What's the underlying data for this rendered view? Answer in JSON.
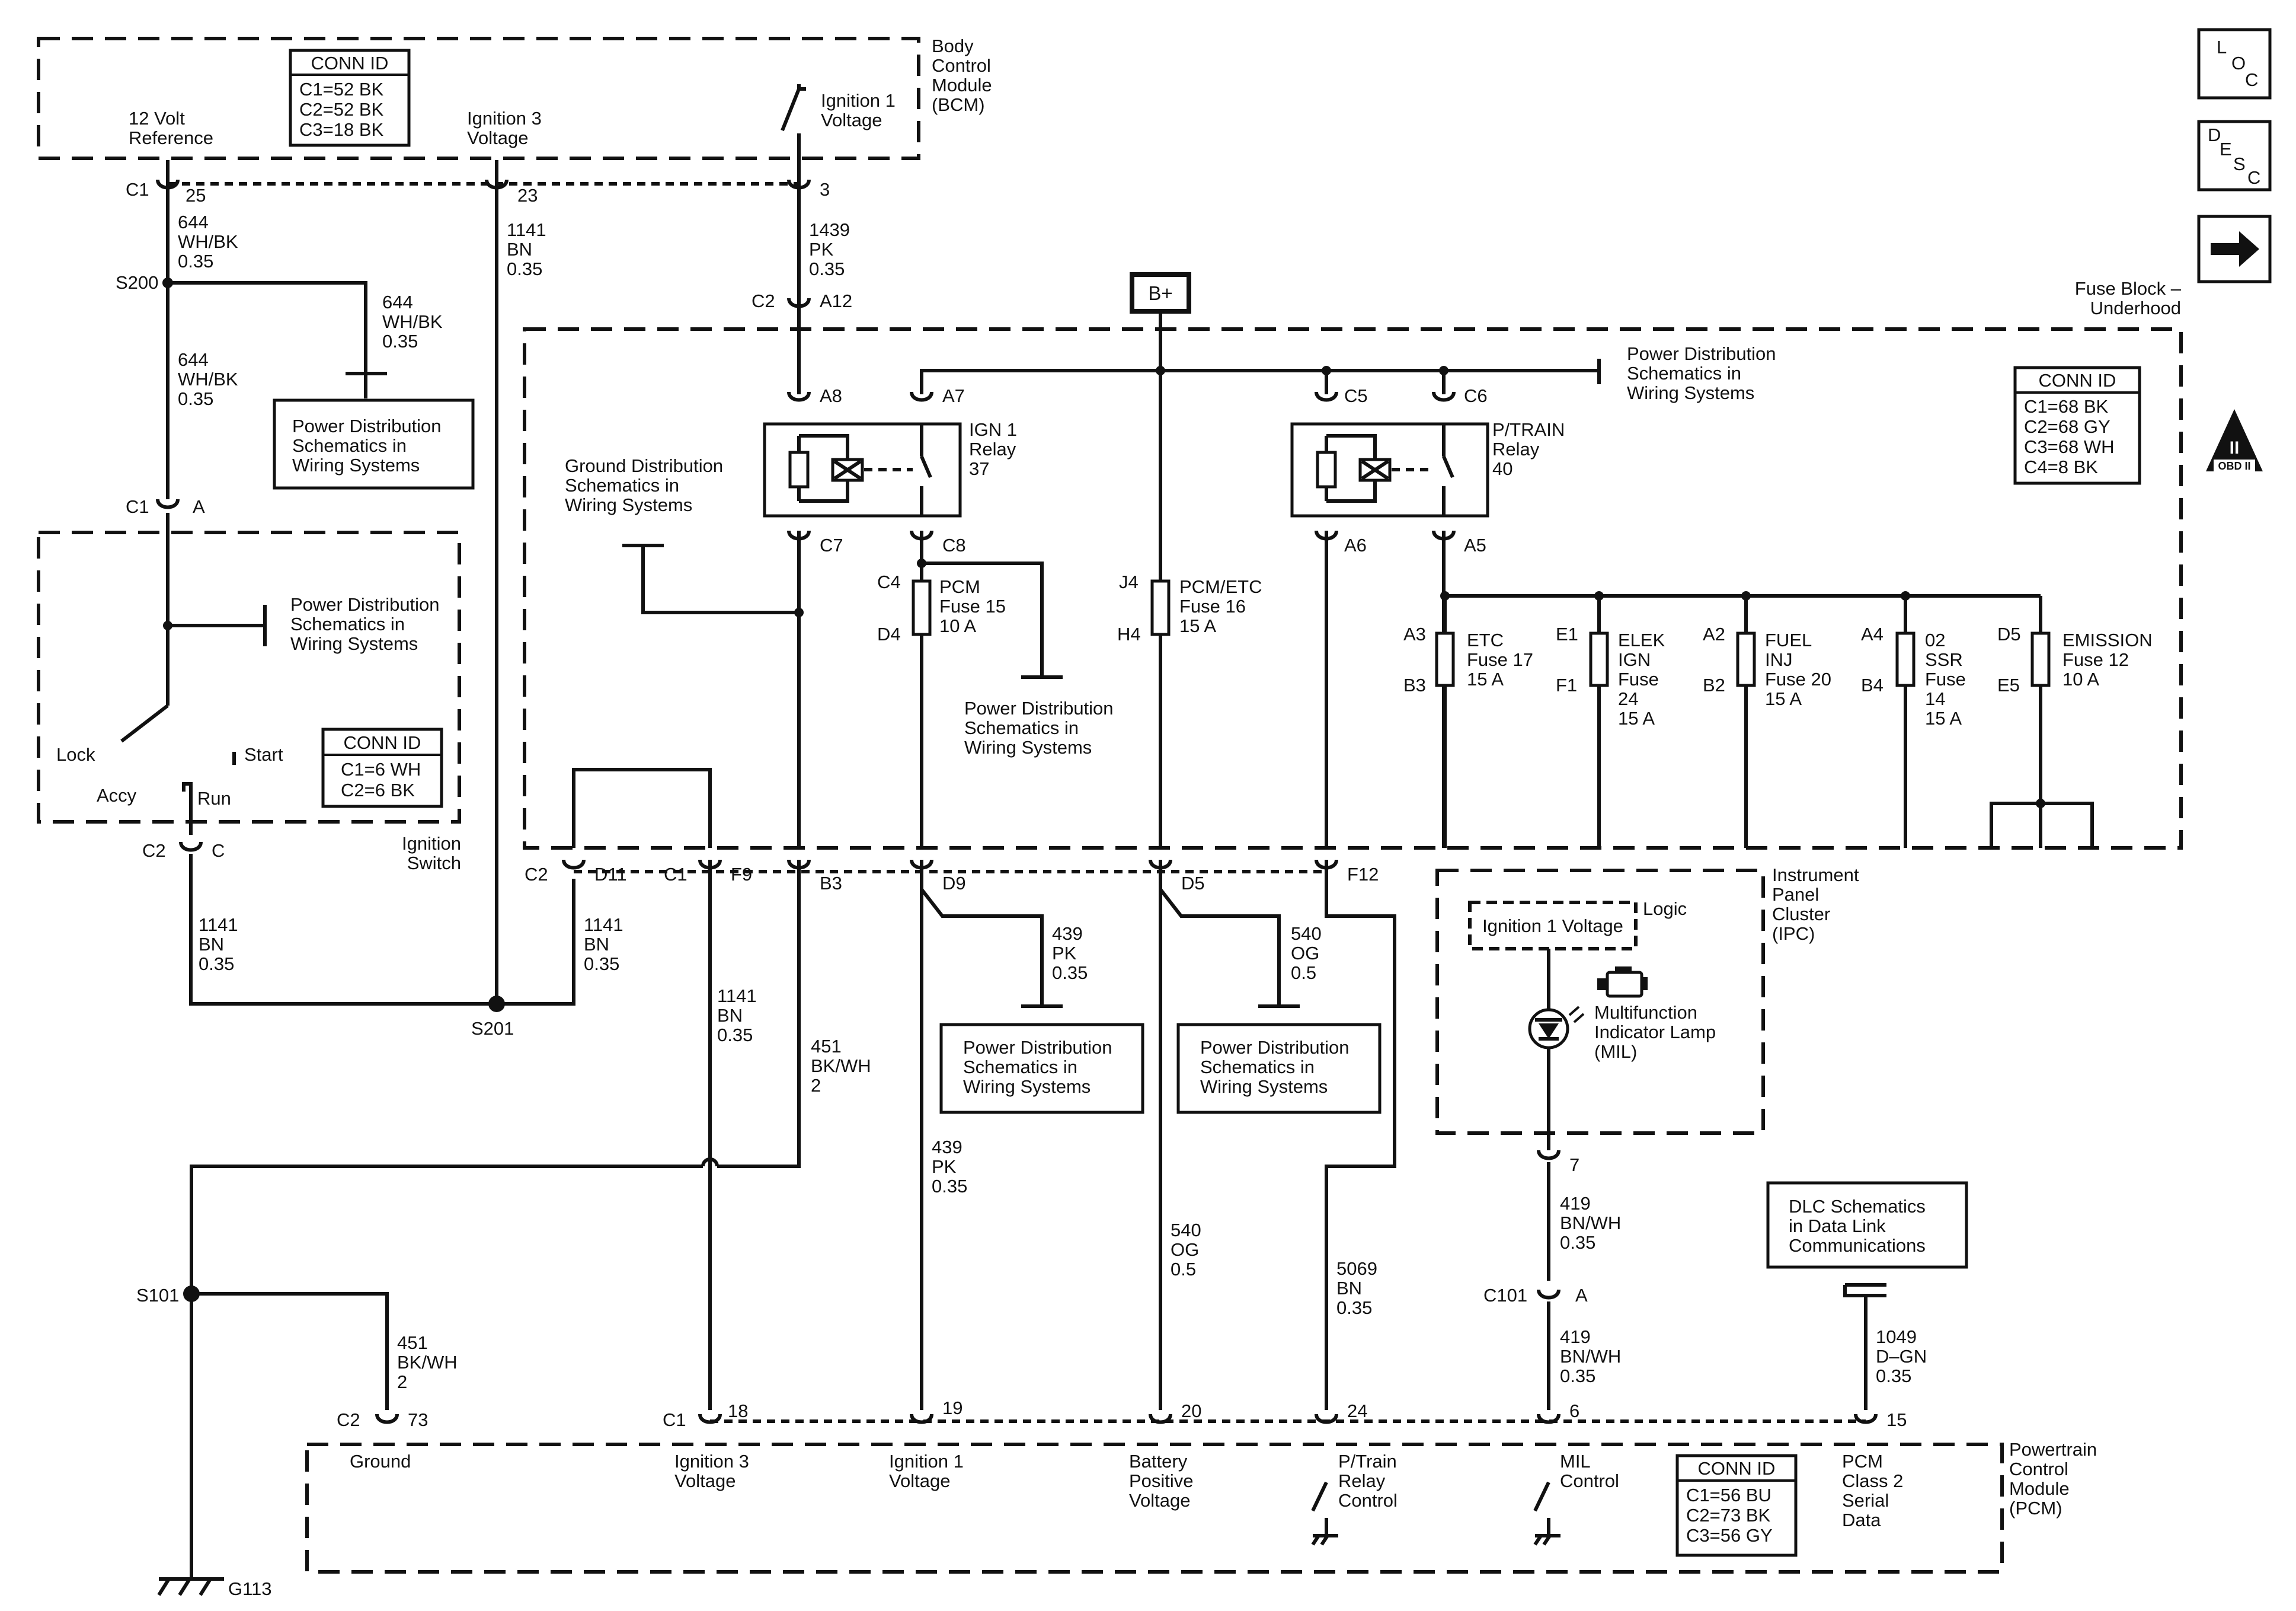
{
  "modules": {
    "bcm": {
      "name": "Body\nControl\nModule\n(BCM)",
      "conn": [
        "CONN ID",
        "C1=52 BK",
        "C2=52 BK",
        "C3=18 BK"
      ],
      "pin_12v": "12 Volt\nReference",
      "pin_ign3": "Ignition 3\nVoltage",
      "pin_ign1": "Ignition 1\nVoltage"
    },
    "fuse_block": {
      "name": "Fuse Block –\nUnderhood",
      "conn": [
        "CONN ID",
        "C1=68 BK",
        "C2=68 GY",
        "C3=68 WH",
        "C4=8 BK"
      ]
    },
    "ignition_switch": {
      "name": "Ignition\nSwitch",
      "conn": [
        "CONN ID",
        "C1=6 WH",
        "C2=6 BK"
      ],
      "lock": "Lock",
      "start": "Start",
      "accy": "Accy",
      "run": "Run"
    },
    "ipc": {
      "name": "Instrument\nPanel\nCluster\n(IPC)",
      "logic": "Logic",
      "ign_box": "Ignition 1 Voltage",
      "lamp": "Multifunction\nIndicator Lamp\n(MIL)"
    },
    "pcm": {
      "name": "Powertrain\nControl\nModule\n(PCM)",
      "conn": [
        "CONN ID",
        "C1=56 BU",
        "C2=73 BK",
        "C3=56 GY"
      ],
      "pins": {
        "ground": "Ground",
        "ign3": "Ignition 3\nVoltage",
        "ign1": "Ignition 1\nVoltage",
        "batt": "Battery\nPositive\nVoltage",
        "ptrain": "P/Train\nRelay\nControl",
        "mil": "MIL\nControl",
        "class2": "PCM\nClass 2\nSerial\nData"
      }
    }
  },
  "nav_icons": {
    "loc": [
      "L",
      "O",
      "C"
    ],
    "desc": [
      "D",
      "E",
      "S",
      "C"
    ],
    "arrow": "next-arrow-icon",
    "obd": "OBD II",
    "obd_numeral": "II"
  },
  "bplus": "B+",
  "relays": {
    "ign1": "IGN 1\nRelay\n37",
    "ptrain": "P/TRAIN\nRelay\n40"
  },
  "fuses": {
    "pcm15": "PCM\nFuse 15\n10 A",
    "pcmetc16": "PCM/ETC\nFuse 16\n15 A",
    "etc17": "ETC\nFuse 17\n15 A",
    "elek24": "ELEK\nIGN\nFuse\n24\n15 A",
    "fuel20": "FUEL\nINJ\nFuse 20\n15 A",
    "ssr14": "02\nSSR\nFuse\n14\n15 A",
    "emis12": "EMISSION\nFuse 12\n10 A"
  },
  "refs": {
    "pd_bcm": "Power Distribution\nSchematics in\nWiring Systems",
    "pd_ign": "Power Distribution\nSchematics in\nWiring Systems",
    "pd_fb_top": "Power Distribution\nSchematics in\nWiring Systems",
    "pd_fb_c8": "Power Distribution\nSchematics in\nWiring Systems",
    "pd_d9": "Power Distribution\nSchematics in\nWiring Systems",
    "pd_d5": "Power Distribution\nSchematics in\nWiring Systems",
    "gd": "Ground Distribution\nSchematics in\nWiring Systems",
    "dlc": "DLC Schematics\nin Data Link\nCommunications"
  },
  "connectors": {
    "c1_25": "C1",
    "c1_25_pin": "25",
    "bcm_23": "23",
    "bcm_3": "3",
    "c2_a12": "C2",
    "a12": "A12",
    "a8": "A8",
    "a7": "A7",
    "c5": "C5",
    "c6": "C6",
    "c7": "C7",
    "c8": "C8",
    "a6": "A6",
    "a5": "A5",
    "c4": "C4",
    "d4": "D4",
    "j4": "J4",
    "h4": "H4",
    "a3": "A3",
    "b3f": "B3",
    "e1": "E1",
    "f1": "F1",
    "a2": "A2",
    "b2": "B2",
    "a4": "A4",
    "b4": "B4",
    "d5f": "D5",
    "e5": "E5",
    "c1_a": "C1",
    "a": "A",
    "c2_c": "C2",
    "c": "C",
    "c2_d11": "C2",
    "d11": "D11",
    "c1_f9": "C1",
    "f9": "F9",
    "b3": "B3",
    "d9": "D9",
    "d5": "D5",
    "f12": "F12",
    "pin7": "7",
    "c101": "C101",
    "c101_a": "A",
    "c2_73": "C2",
    "p73": "73",
    "c1_18": "C1",
    "p18": "18",
    "p19": "19",
    "p20": "20",
    "p24": "24",
    "p6": "6",
    "p15": "15"
  },
  "splices": {
    "s200": "S200",
    "s201": "S201",
    "s101": "S101",
    "g113": "G113"
  },
  "wires": {
    "w644a": "644\nWH/BK\n0.35",
    "w644b": "644\nWH/BK\n0.35",
    "w644c": "644\nWH/BK\n0.35",
    "w1141a": "1141\nBN\n0.35",
    "w1439": "1439\nPK\n0.35",
    "w1141b": "1141\nBN\n0.35",
    "w1141c": "1141\nBN\n0.35",
    "w1141d": "1141\nBN\n0.35",
    "w451a": "451\nBK/WH\n2",
    "w451b": "451\nBK/WH\n2",
    "w439a": "439\nPK\n0.35",
    "w439b": "439\nPK\n0.35",
    "w540a": "540\nOG\n0.5",
    "w540b": "540\nOG\n0.5",
    "w5069": "5069\nBN\n0.35",
    "w419a": "419\nBN/WH\n0.35",
    "w419b": "419\nBN/WH\n0.35",
    "w1049": "1049\nD–GN\n0.35"
  }
}
